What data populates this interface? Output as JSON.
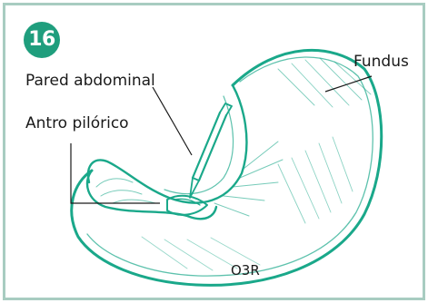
{
  "figure_number": "16",
  "labels": {
    "pared_abdominal": "Pared abdominal",
    "antro_pilorico": "Antro pilórico",
    "fundus": "Fundus",
    "signature": "O3R"
  },
  "colors": {
    "frame_border": "#a8ccc1",
    "badge_fill": "#1f9e7d",
    "sketch_stroke": "#1aa88a",
    "leader_line": "#1a1a1a"
  }
}
